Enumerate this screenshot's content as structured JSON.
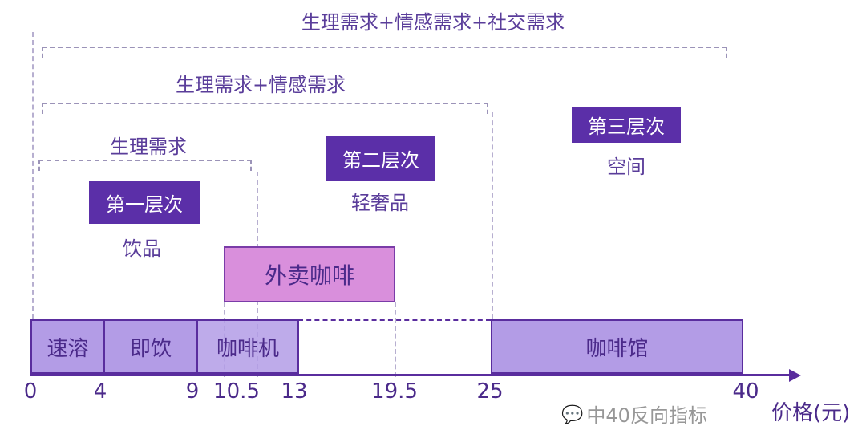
{
  "brackets": {
    "outer": "生理需求+情感需求+社交需求",
    "middle": "生理需求+情感需求",
    "inner": "生理需求"
  },
  "levels": [
    {
      "label": "第一层次",
      "desc": "饮品"
    },
    {
      "label": "第二层次",
      "desc": "轻奢品"
    },
    {
      "label": "第三层次",
      "desc": "空间"
    }
  ],
  "delivery": "外卖咖啡",
  "bars": [
    "速溶",
    "即饮",
    "咖啡机",
    "咖啡馆"
  ],
  "ticks": [
    "0",
    "4",
    "9",
    "10.5",
    "13",
    "19.5",
    "25",
    "40"
  ],
  "axis_label": "价格(元)",
  "watermark": "中40反向指标",
  "colors": {
    "dark": "#5b2fa8",
    "bar": "#b39ce6",
    "delivery": "#d98fdc"
  }
}
